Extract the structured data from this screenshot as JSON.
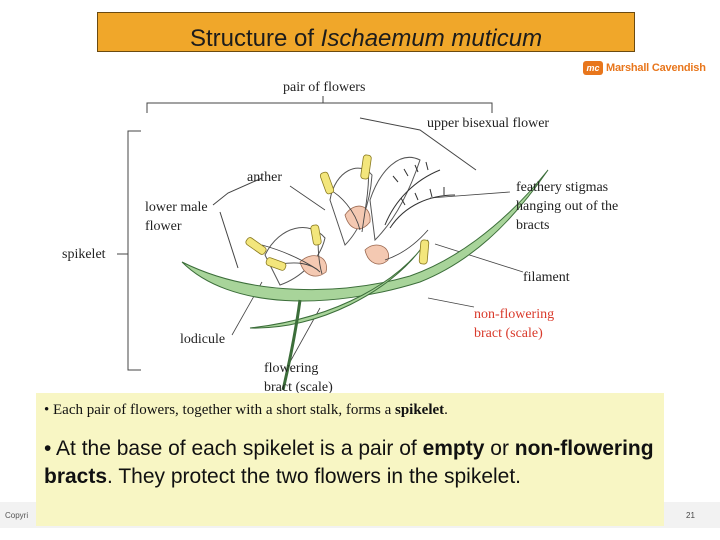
{
  "slide": {
    "title_prefix": "Structure of ",
    "title_italic": "Ischaemum muticum",
    "logo_mark": "mc",
    "logo_text": "Marshall Cavendish",
    "copyright": "Copyri",
    "page_number": "21"
  },
  "labels": {
    "pair_of_flowers": "pair of flowers",
    "upper_bisexual_flower": "upper bisexual flower",
    "anther": "anther",
    "lower_male_flower_line1": "lower male",
    "lower_male_flower_line2": "flower",
    "feathery_stigmas_line1": "feathery stigmas",
    "feathery_stigmas_line2": "hanging out of the",
    "feathery_stigmas_line3": "bracts",
    "spikelet": "spikelet",
    "filament": "filament",
    "non_flowering_bract_line1": "non-flowering",
    "non_flowering_bract_line2": "bract (scale)",
    "lodicule": "lodicule",
    "flowering_bract_line1": "flowering",
    "flowering_bract_line2": "bract (scale)"
  },
  "notes": {
    "bullet1_prefix": "• Each pair of flowers, together with a short stalk, forms a ",
    "bullet1_bold": "spikelet",
    "bullet1_suffix": ".",
    "bullet2_prefix": "• At the base of each spikelet is a pair of ",
    "bullet2_bold1": "empty",
    "bullet2_mid": " or ",
    "bullet2_bold2": "non-flowering bracts",
    "bullet2_suffix": ". They protect the two flowers in the spikelet."
  },
  "colors": {
    "title_bg": "#f0a72a",
    "bract_green": "#a8d49a",
    "anther_yellow": "#f3e67c",
    "petal_pink": "#f4c9b2",
    "label_red": "#d93a2b",
    "panel_bg": "#f8f6c4"
  }
}
